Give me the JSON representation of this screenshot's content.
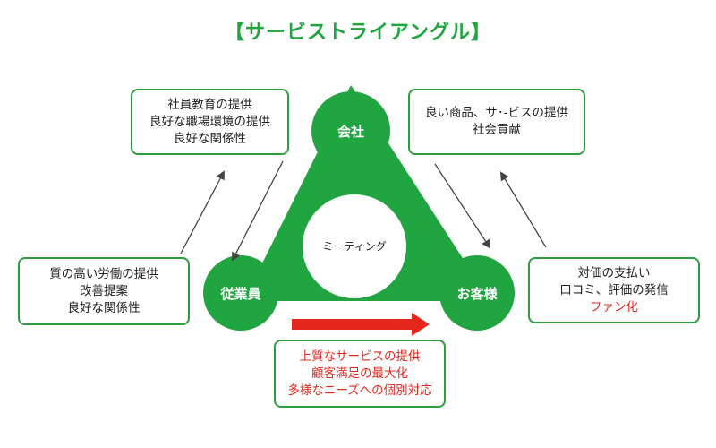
{
  "title": "【サービストライアングル】",
  "nodes": {
    "company": "会社",
    "employees": "従業員",
    "customers": "お客様",
    "center": "ミーティング"
  },
  "boxes": {
    "company_to_employees": [
      "社員教育の提供",
      "良好な職場環境の提供",
      "良好な関係性"
    ],
    "company_to_customers": [
      "良い商品、サ･-ビスの提供",
      "社会貢献"
    ],
    "employees_to_company": [
      "質の高い労働の提供",
      "改善提案",
      "良好な関係性"
    ],
    "customers_to_company": [
      "対価の支払い",
      "口コミ、評価の発信",
      "ファン化"
    ],
    "employees_to_customers": [
      "上質なサービスの提供",
      "顧客満足の最大化",
      "多様なニーズへの個別対応"
    ]
  },
  "colors": {
    "green": "#21a540",
    "box_border": "#2f9e3e",
    "red": "#e5261c",
    "arrow": "#444444"
  }
}
